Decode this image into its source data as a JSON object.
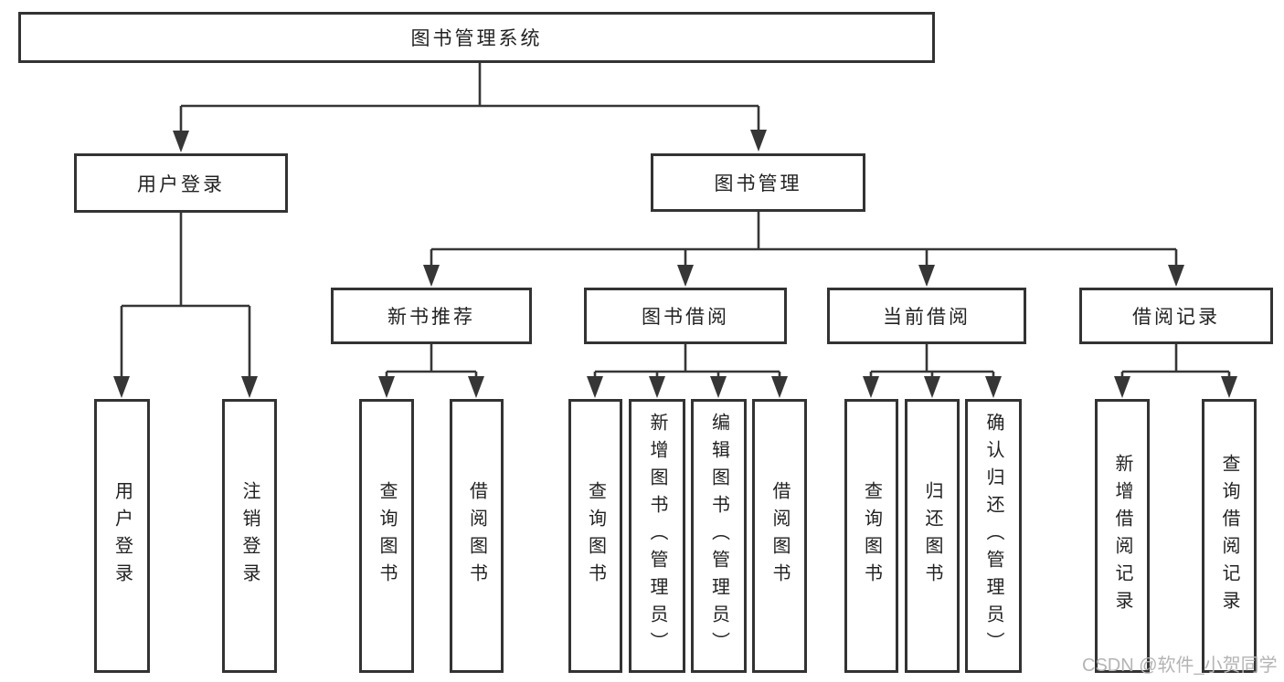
{
  "diagram": {
    "root": {
      "label": "图书管理系统",
      "children": [
        {
          "label": "用户登录",
          "children": [
            {
              "label": "用户登录"
            },
            {
              "label": "注销登录"
            }
          ]
        },
        {
          "label": "图书管理",
          "children": [
            {
              "label": "新书推荐",
              "children": [
                {
                  "label": "查询图书"
                },
                {
                  "label": "借阅图书"
                }
              ]
            },
            {
              "label": "图书借阅",
              "children": [
                {
                  "label": "查询图书"
                },
                {
                  "label": "新增图书（管理员）"
                },
                {
                  "label": "编辑图书（管理员）"
                },
                {
                  "label": "借阅图书"
                }
              ]
            },
            {
              "label": "当前借阅",
              "children": [
                {
                  "label": "查询图书"
                },
                {
                  "label": "归还图书"
                },
                {
                  "label": "确认归还（管理员）"
                }
              ]
            },
            {
              "label": "借阅记录",
              "children": [
                {
                  "label": "新增借阅记录"
                },
                {
                  "label": "查询借阅记录"
                }
              ]
            }
          ]
        }
      ]
    }
  },
  "watermark": {
    "text": "CSDN @软件_小贺同学"
  },
  "colors": {
    "line": "#363636",
    "box_border": "#333333",
    "text": "#222222",
    "watermark": "#b4b4b4",
    "background": "#ffffff"
  }
}
